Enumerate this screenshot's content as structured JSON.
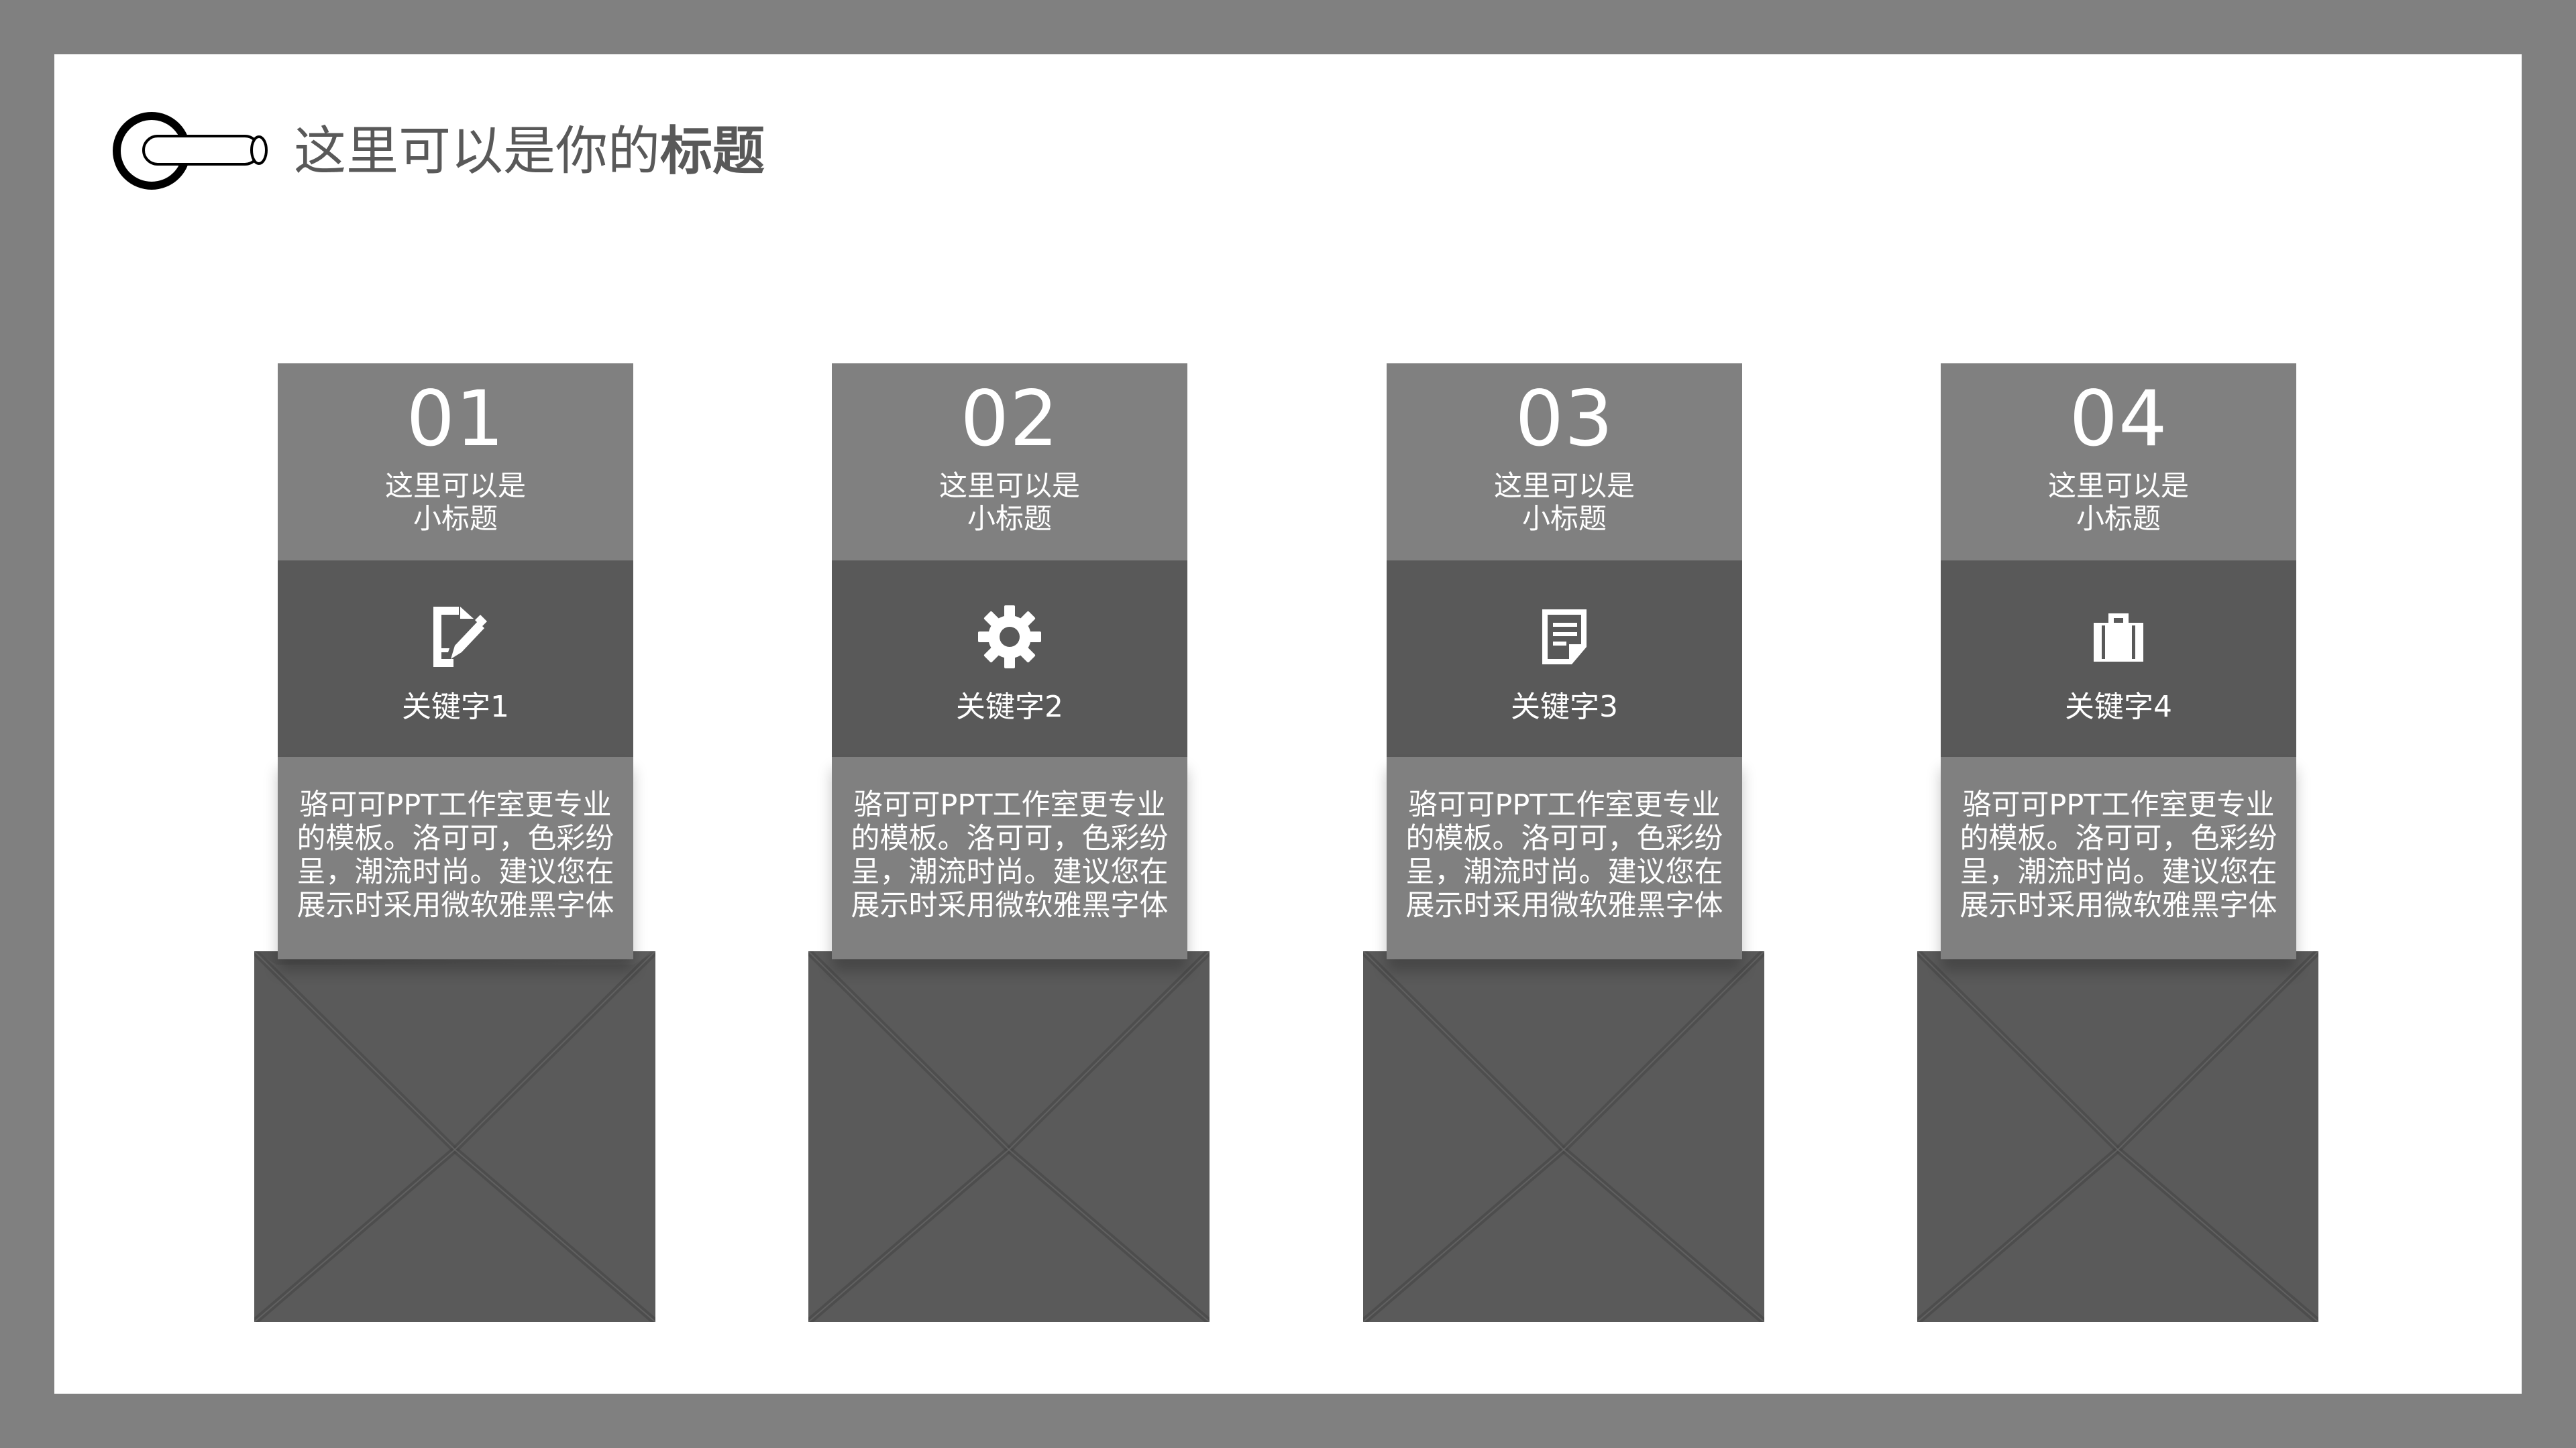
{
  "header": {
    "title_regular": "这里可以是你的",
    "title_bold": "标题",
    "icon": "circle-tube-icon"
  },
  "cards": [
    {
      "number": "01",
      "subtitle": "这里可以是\n小标题",
      "icon": "edit-document-icon",
      "keyword": "关键字1",
      "desc": "骆可可PPT工作室更专业的模板。洛可可，色彩纷呈，潮流时尚。建议您在展示时采用微软雅黑字体"
    },
    {
      "number": "02",
      "subtitle": "这里可以是\n小标题",
      "icon": "gear-icon",
      "keyword": "关键字2",
      "desc": "骆可可PPT工作室更专业的模板。洛可可，色彩纷呈，潮流时尚。建议您在展示时采用微软雅黑字体"
    },
    {
      "number": "03",
      "subtitle": "这里可以是\n小标题",
      "icon": "document-icon",
      "keyword": "关键字3",
      "desc": "骆可可PPT工作室更专业的模板。洛可可，色彩纷呈，潮流时尚。建议您在展示时采用微软雅黑字体"
    },
    {
      "number": "04",
      "subtitle": "这里可以是\n小标题",
      "icon": "briefcase-icon",
      "keyword": "关键字4",
      "desc": "骆可可PPT工作室更专业的模板。洛可可，色彩纷呈，潮流时尚。建议您在展示时采用微软雅黑字体"
    }
  ],
  "colors": {
    "frame": "#808080",
    "slide_background": "#ffffff",
    "title_text": "#595959",
    "strip_light": "#808080",
    "strip_dark": "#595959",
    "envelope": "#5a5a5a"
  }
}
